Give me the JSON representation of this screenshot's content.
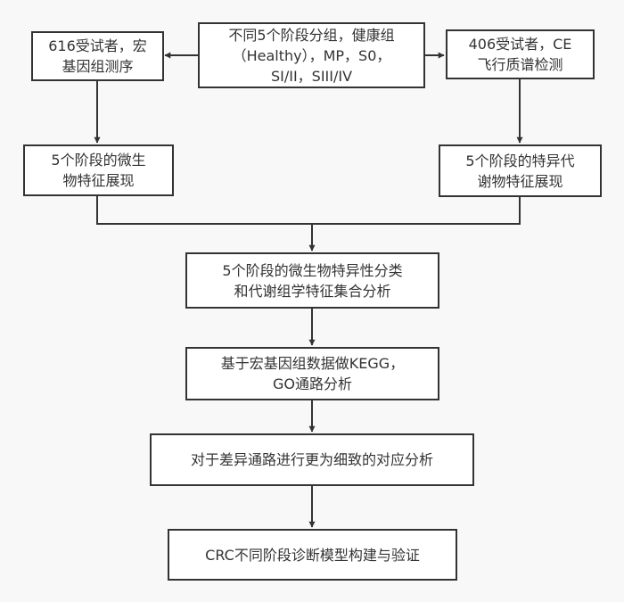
{
  "diagram": {
    "type": "flowchart",
    "colors": {
      "background": "#f8f8f8",
      "box_fill": "#ffffff",
      "stroke": "#333333",
      "text": "#333333"
    },
    "nodes": {
      "groups": {
        "text": "不同5个阶段分组，健康组\n（Healthy），MP，S0，\nSI/II，SIII/IV"
      },
      "metagenome": {
        "text": "616受试者，宏\n基因组测序"
      },
      "ce_ms": {
        "text": "406受试者，CE\n飞行质谱检测"
      },
      "microbe_features": {
        "text": "5个阶段的微生\n物特征展现"
      },
      "metabolite_features": {
        "text": "5个阶段的特异代\n谢物特征展现"
      },
      "integrated_analysis": {
        "text": "5个阶段的微生物特异性分类\n和代谢组学特征集合分析"
      },
      "pathway_analysis": {
        "text": "基于宏基因组数据做KEGG，\nGO通路分析"
      },
      "differential_pathways": {
        "text": "对于差异通路进行更为细致的对应分析"
      },
      "diagnostic_model": {
        "text": "CRC不同阶段诊断模型构建与验证"
      }
    },
    "edges": [
      {
        "from": "groups",
        "to": "metagenome"
      },
      {
        "from": "groups",
        "to": "ce_ms"
      },
      {
        "from": "metagenome",
        "to": "microbe_features"
      },
      {
        "from": "ce_ms",
        "to": "metabolite_features"
      },
      {
        "from": "microbe_features",
        "to": "integrated_analysis"
      },
      {
        "from": "metabolite_features",
        "to": "integrated_analysis"
      },
      {
        "from": "integrated_analysis",
        "to": "pathway_analysis"
      },
      {
        "from": "pathway_analysis",
        "to": "differential_pathways"
      },
      {
        "from": "differential_pathways",
        "to": "diagnostic_model"
      }
    ]
  }
}
